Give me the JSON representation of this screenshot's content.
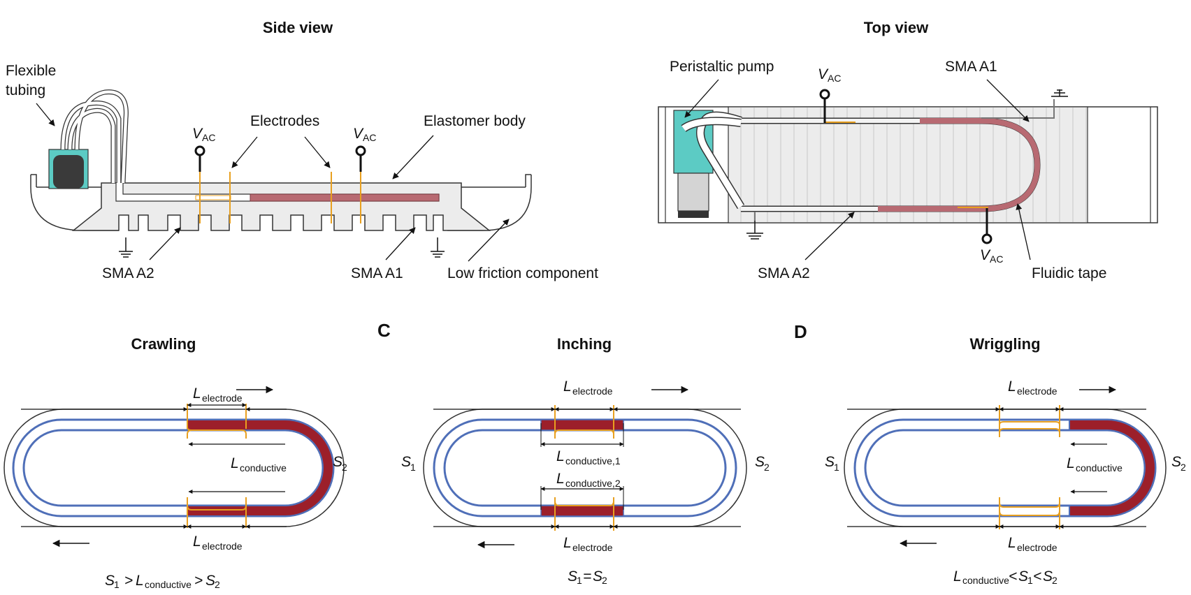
{
  "top": {
    "side_view": {
      "title": "Side view",
      "flexible_tubing": [
        "Flexible",
        "tubing"
      ],
      "electrodes": "Electrodes",
      "elastomer_body": "Elastomer body",
      "sma_a2": "SMA A2",
      "sma_a1": "SMA A1",
      "low_friction": "Low friction component",
      "vac_main": "V",
      "vac_sub": "AC"
    },
    "top_view": {
      "title": "Top view",
      "peristaltic_pump": "Peristaltic pump",
      "sma_a1": "SMA A1",
      "sma_a2": "SMA A2",
      "fluidic_tape": "Fluidic tape",
      "vac_main": "V",
      "vac_sub": "AC"
    }
  },
  "panels": {
    "c_letter": "C",
    "d_letter": "D",
    "crawling": {
      "title": "Crawling",
      "l_main": "L",
      "electrode_sub": "electrode",
      "conductive_sub": "conductive",
      "s2": "S",
      "s2_sub": "2",
      "eq_s1": "S",
      "eq_s1_sub": "1",
      "eq_gt1": " > ",
      "eq_l": "L",
      "eq_l_sub": "conductive",
      "eq_gt2": " > ",
      "eq_s2": "S",
      "eq_s2_sub": "2"
    },
    "inching": {
      "title": "Inching",
      "l_main": "L",
      "electrode_sub": "electrode",
      "conductive1_sub": "conductive,1",
      "conductive2_sub": "conductive,2",
      "s1": "S",
      "s1_sub": "1",
      "s2": "S",
      "s2_sub": "2",
      "eq_s1": "S",
      "eq_s1_sub": "1",
      "eq_eq": "=",
      "eq_s2": "S",
      "eq_s2_sub": "2"
    },
    "wriggling": {
      "title": "Wriggling",
      "l_main": "L",
      "electrode_sub": "electrode",
      "conductive_sub": "conductive",
      "s1": "S",
      "s1_sub": "1",
      "s2": "S",
      "s2_sub": "2",
      "eq_l": "L",
      "eq_l_sub": "conductive",
      "eq_lt1": "<",
      "eq_s1": "S",
      "eq_s1_sub": "1",
      "eq_lt2": "<",
      "eq_s2": "S",
      "eq_s2_sub": "2"
    }
  },
  "colors": {
    "body_gray": "#ececec",
    "conductive_red": "#b86a72",
    "dark_red": "#9c1f2a",
    "electrode_orange": "#e8a020",
    "channel_blue": "#4f6fb8",
    "pump_teal": "#5ccbc4",
    "dark": "#333333"
  }
}
